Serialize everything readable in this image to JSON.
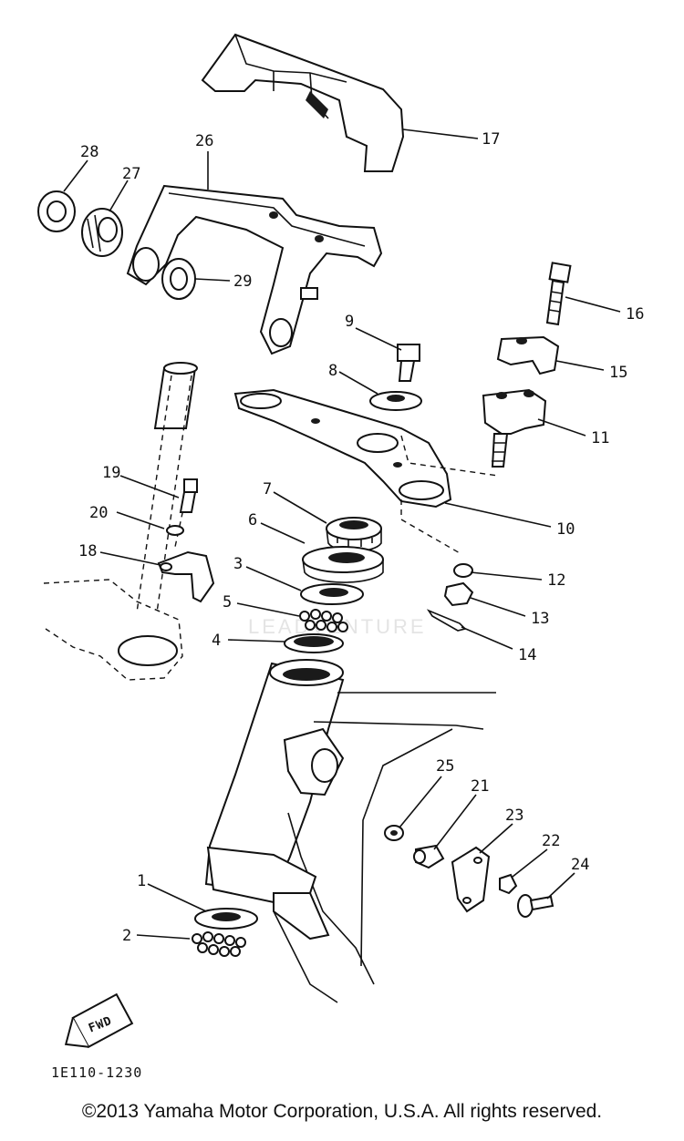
{
  "diagram": {
    "callouts": {
      "c1": "1",
      "c2": "2",
      "c3": "3",
      "c4": "4",
      "c5": "5",
      "c6": "6",
      "c7": "7",
      "c8": "8",
      "c9": "9",
      "c10": "10",
      "c11": "11",
      "c12": "12",
      "c13": "13",
      "c14": "14",
      "c15": "15",
      "c16": "16",
      "c17": "17",
      "c18": "18",
      "c19": "19",
      "c20": "20",
      "c21": "21",
      "c22": "22",
      "c23": "23",
      "c24": "24",
      "c25": "25",
      "c26": "26",
      "c27": "27",
      "c28": "28",
      "c29": "29"
    },
    "fwd_label": "FWD",
    "reference_code": "1E110-1230",
    "watermark": "LEADVENTURE"
  },
  "footer": {
    "copyright": "©2013 Yamaha Motor Corporation, U.S.A. All rights reserved."
  }
}
